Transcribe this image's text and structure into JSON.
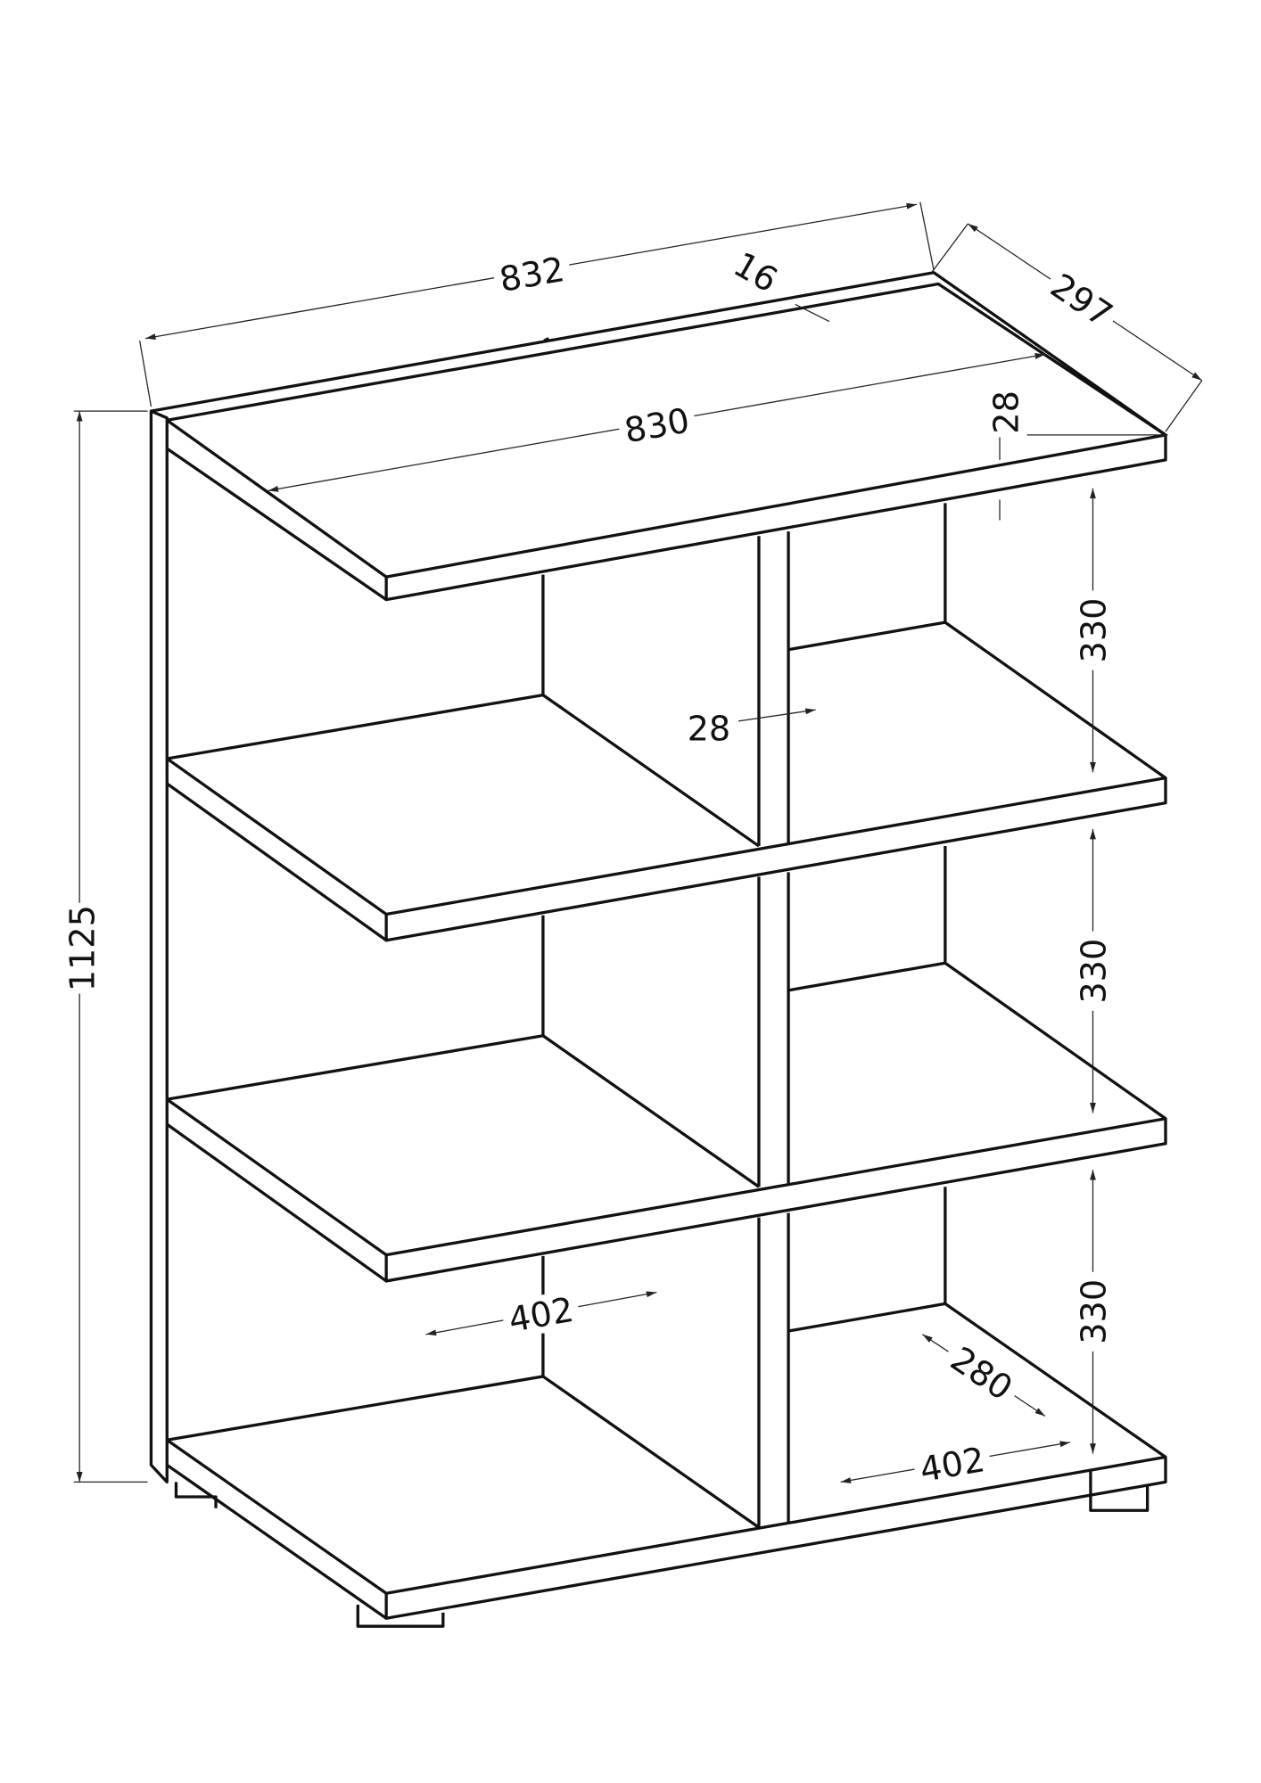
{
  "title": "Shelf dimension drawing",
  "colors": {
    "line": "#111111",
    "background": "#ffffff"
  },
  "dimensions": {
    "total_width": "832",
    "top_thickness_strip": "16",
    "depth": "297",
    "inner_width": "830",
    "top_thickness": "28",
    "compartment_height_1": "330",
    "divider_thickness": "28",
    "compartment_height_2": "330",
    "compartment_height_3": "330",
    "total_height": "1125",
    "inner_depth": "280",
    "compartment_width_right": "402",
    "compartment_width_left": "402"
  }
}
